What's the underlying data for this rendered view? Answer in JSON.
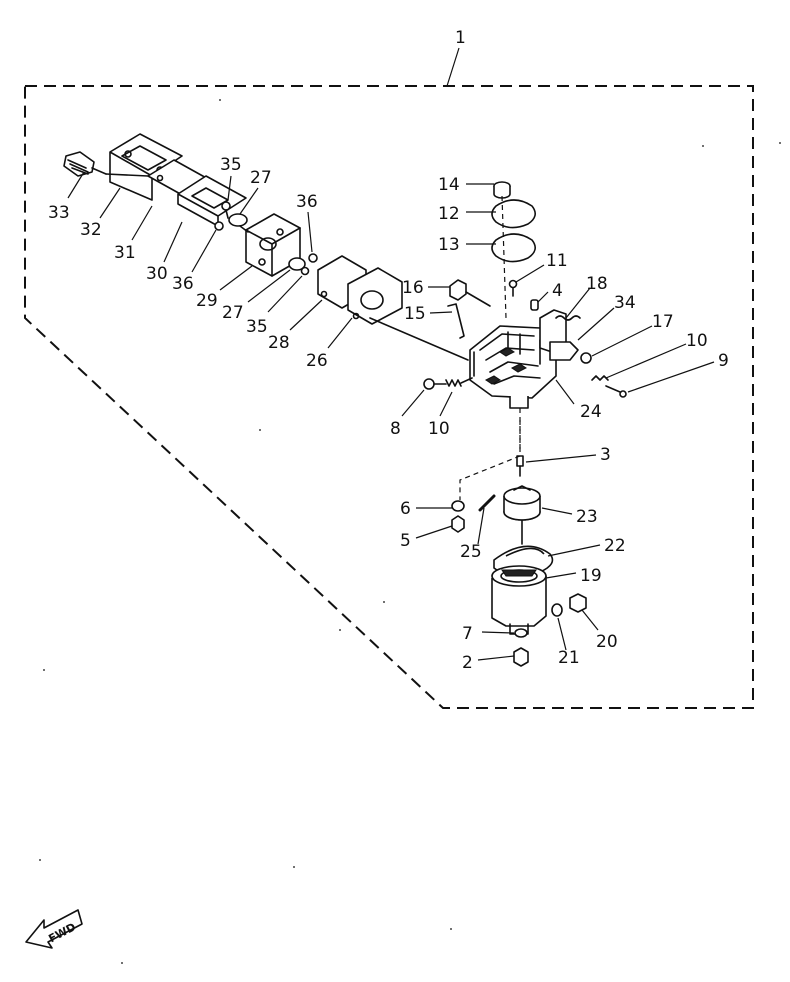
{
  "assembly_number": "1",
  "forward_indicator": "FWD",
  "callouts": [
    {
      "id": "c33",
      "text": "33"
    },
    {
      "id": "c32",
      "text": "32"
    },
    {
      "id": "c31",
      "text": "31"
    },
    {
      "id": "c30",
      "text": "30"
    },
    {
      "id": "c36a",
      "text": "36"
    },
    {
      "id": "c35a",
      "text": "35"
    },
    {
      "id": "c27a",
      "text": "27"
    },
    {
      "id": "c29",
      "text": "29"
    },
    {
      "id": "c27b",
      "text": "27"
    },
    {
      "id": "c35b",
      "text": "35"
    },
    {
      "id": "c36b",
      "text": "36"
    },
    {
      "id": "c28",
      "text": "28"
    },
    {
      "id": "c26",
      "text": "26"
    },
    {
      "id": "c14",
      "text": "14"
    },
    {
      "id": "c12",
      "text": "12"
    },
    {
      "id": "c13",
      "text": "13"
    },
    {
      "id": "c11",
      "text": "11"
    },
    {
      "id": "c16",
      "text": "16"
    },
    {
      "id": "c15",
      "text": "15"
    },
    {
      "id": "c4",
      "text": "4"
    },
    {
      "id": "c18",
      "text": "18"
    },
    {
      "id": "c34",
      "text": "34"
    },
    {
      "id": "c17",
      "text": "17"
    },
    {
      "id": "c10a",
      "text": "10"
    },
    {
      "id": "c9",
      "text": "9"
    },
    {
      "id": "c8",
      "text": "8"
    },
    {
      "id": "c10b",
      "text": "10"
    },
    {
      "id": "c24",
      "text": "24"
    },
    {
      "id": "c3",
      "text": "3"
    },
    {
      "id": "c6",
      "text": "6"
    },
    {
      "id": "c23",
      "text": "23"
    },
    {
      "id": "c5",
      "text": "5"
    },
    {
      "id": "c25",
      "text": "25"
    },
    {
      "id": "c22",
      "text": "22"
    },
    {
      "id": "c19",
      "text": "19"
    },
    {
      "id": "c7",
      "text": "7"
    },
    {
      "id": "c21",
      "text": "21"
    },
    {
      "id": "c20",
      "text": "20"
    },
    {
      "id": "c2",
      "text": "2"
    }
  ]
}
